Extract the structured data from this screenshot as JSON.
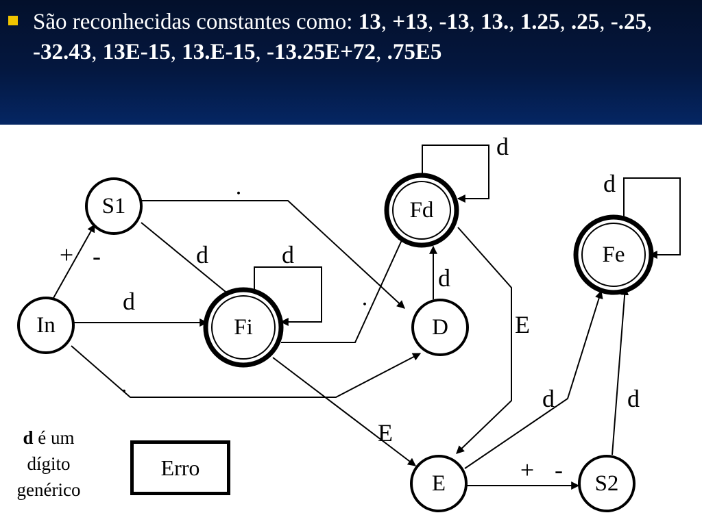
{
  "header": {
    "prefix": "São reconhecidas constantes como: ",
    "constants": [
      "13",
      "+13",
      "-13",
      "13.",
      "1.25",
      ".25",
      "-.25",
      "-32.43",
      "13E-15",
      "13.E-15",
      "-13.25E+72",
      ".75E5"
    ]
  },
  "states": [
    {
      "id": "In",
      "label": "In",
      "final": false
    },
    {
      "id": "S1",
      "label": "S1",
      "final": false
    },
    {
      "id": "Fi",
      "label": "Fi",
      "final": true
    },
    {
      "id": "D",
      "label": "D",
      "final": false
    },
    {
      "id": "Fd",
      "label": "Fd",
      "final": true
    },
    {
      "id": "Fe",
      "label": "Fe",
      "final": true
    },
    {
      "id": "E",
      "label": "E",
      "final": false
    },
    {
      "id": "S2",
      "label": "S2",
      "final": false
    }
  ],
  "transitions": [
    {
      "from": "In",
      "to": "S1",
      "label": "+  -"
    },
    {
      "from": "In",
      "to": "Fi",
      "label": "d"
    },
    {
      "from": "In",
      "to": "D",
      "label": "."
    },
    {
      "from": "S1",
      "to": "Fi",
      "label": "d"
    },
    {
      "from": "S1",
      "to": "D",
      "label": "."
    },
    {
      "from": "Fi",
      "to": "Fi",
      "label": "d"
    },
    {
      "from": "Fi",
      "to": "Fd",
      "label": "."
    },
    {
      "from": "Fi",
      "to": "E",
      "label": "E"
    },
    {
      "from": "D",
      "to": "Fd",
      "label": "d"
    },
    {
      "from": "Fd",
      "to": "Fd",
      "label": "d"
    },
    {
      "from": "Fd",
      "to": "E",
      "label": "E"
    },
    {
      "from": "E",
      "to": "S2",
      "label": "+  -"
    },
    {
      "from": "E",
      "to": "Fe",
      "label": "d"
    },
    {
      "from": "S2",
      "to": "Fe",
      "label": "d"
    },
    {
      "from": "Fe",
      "to": "Fe",
      "label": "d"
    }
  ],
  "error_state": {
    "label": "Erro"
  },
  "legend": {
    "symbol": "d",
    "text_1": " é um",
    "text_2": "dígito",
    "text_3": "genérico"
  }
}
